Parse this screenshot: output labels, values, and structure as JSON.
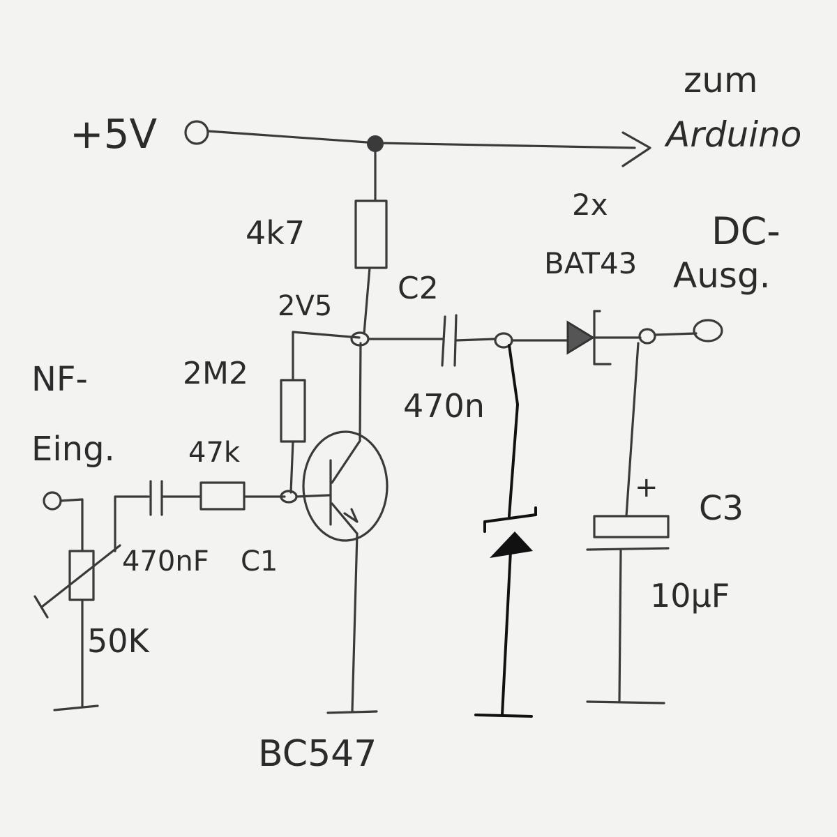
{
  "supply": {
    "label": "+5V",
    "to_label_line1": "zum",
    "to_label_line2": "Arduino"
  },
  "input": {
    "label_line1": "NF-",
    "label_line2": "Eing."
  },
  "output": {
    "label_line1": "DC-",
    "label_line2": "Ausg."
  },
  "components": {
    "r_collector": "4k7",
    "r_bias": "2M2",
    "r_base": "47k",
    "c1_value": "470nF",
    "c1_name": "C1",
    "pot": "50K",
    "c2_name": "C2",
    "c2_value": "470n",
    "diodes_count": "2x",
    "diodes_type": "BAT43",
    "c3_name": "C3",
    "c3_value": "10µF",
    "c3_polarity": "+",
    "transistor": "BC547"
  },
  "node_label": "2V5"
}
